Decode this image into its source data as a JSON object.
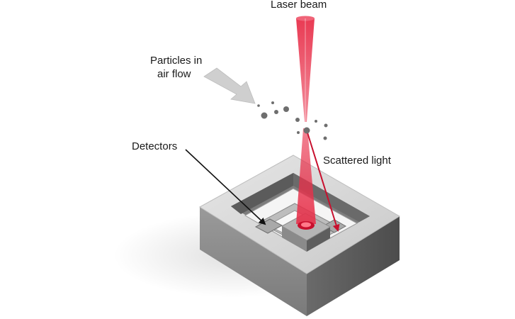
{
  "labels": {
    "laser_beam": "Laser beam",
    "particles_line1": "Particles in",
    "particles_line2": "air flow",
    "detectors": "Detectors",
    "scattered_light": "Scattered light"
  },
  "colors": {
    "laser": "#e8304a",
    "scatter_arrow": "#c8102e",
    "housing_top": "#d9d9d9",
    "housing_front": "#8c8c8c",
    "housing_side": "#5f5f5f",
    "particle": "#6e6e6e",
    "flow_arrow": "#cfcfcf"
  },
  "icons": {
    "flow": "airflow-arrow-icon",
    "laser": "laser-cone-icon",
    "particles": "particle-dots-icon",
    "sensor": "sensor-housing-icon"
  }
}
